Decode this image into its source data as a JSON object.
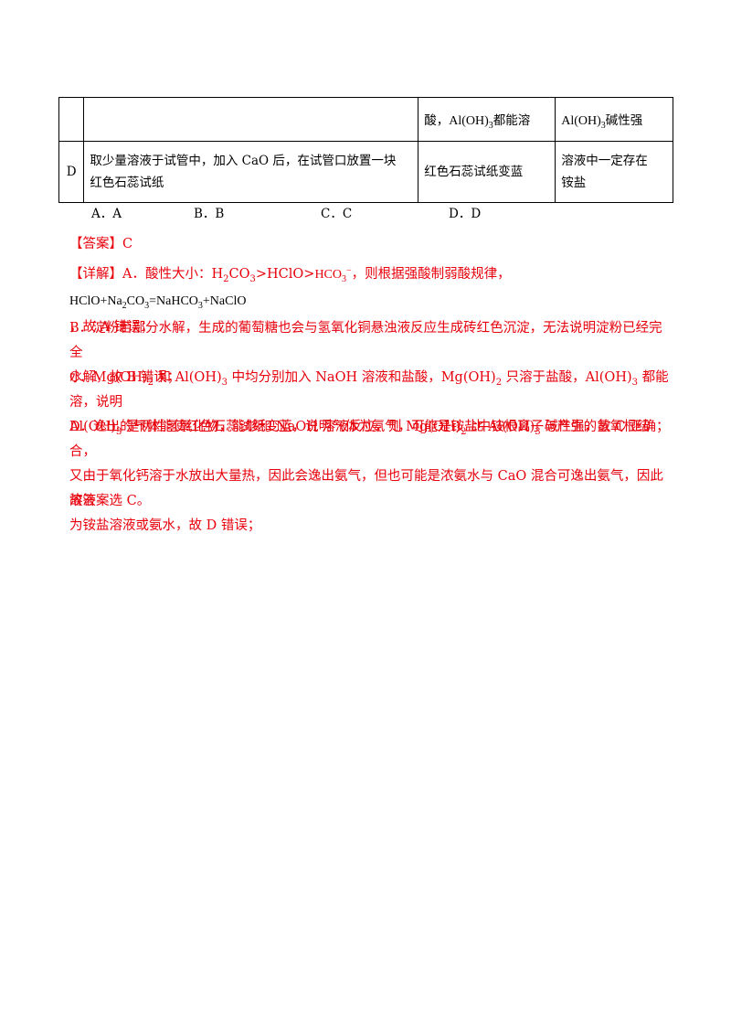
{
  "table": {
    "row_top": {
      "label": "",
      "operation": "",
      "phenomenon_prefix": "酸，",
      "phenomenon_formula": "Al(OH)",
      "phenomenon_sub": "3",
      "phenomenon_suffix": "都能溶",
      "conclusion_formula": "Al(OH)",
      "conclusion_sub": "3",
      "conclusion_suffix": "碱性强"
    },
    "row_d": {
      "label": "D",
      "operation_line1": "取少量溶液于试管中，加入 CaO 后，在试管口放置一块",
      "operation_line2": "红色石蕊试纸",
      "phenomenon": "红色石蕊试纸变蓝",
      "conclusion_line1": "溶液中一定存在",
      "conclusion_line2": "铵盐"
    }
  },
  "options": [
    "A．A",
    "B．B",
    "C．C",
    "D．D"
  ],
  "answer": "【答案】C",
  "detail": {
    "head": "【详解】A．酸性大小：H",
    "seg_a1": "CO",
    "seg_a2": ">HClO>",
    "hco3": "HCO",
    "hco3_sub": "3",
    "hco3_sup": "−",
    "seg_a3": "，则根据强酸制弱酸规律，",
    "eq_left": "HClO+Na",
    "eq_mid": "CO",
    "eq_right": "=NaHCO",
    "eq_end": "+NaClO",
    "seg_a4": "，故 A 错误；",
    "b_line1": "B．淀粉若部分水解，生成的葡萄糖也会与氢氧化铜悬浊液反应生成砖红色沉淀，无法说明淀粉已经完全",
    "b_line2": "水解，故 B 错误；",
    "c_1": "C．Mg(OH)",
    "c_2": " 和 Al(OH)",
    "c_3": " 中均分别加入 NaOH 溶液和盐酸，Mg(OH)",
    "c_4": " 只溶于盐酸，Al(OH)",
    "c_5": " 都能溶，说明",
    "c_6": "Al(OH)",
    "c_7": " 是两性氢氧化物，能够和 NaOH 溶液反应，则 Mg(OH)",
    "c_8": " 比 Al(OH)",
    "c_9": " 碱性强，故 C 正确；",
    "d_line1": "D．逸出的气体能使红色石蕊试纸变蓝，说明气体为氨气，可能是铵盐中铵根离子与产生的氢氧根结合，",
    "d_line2": "又由于氧化钙溶于水放出大量热，因此会逸出氨气，但也可能是浓氨水与 CaO 混合可逸出氨气，因此溶液",
    "d_line3": "为铵盐溶液或氨水，故 D 错误；",
    "final": "故答案选 C。",
    "sub2": "2",
    "sub3": "3"
  }
}
